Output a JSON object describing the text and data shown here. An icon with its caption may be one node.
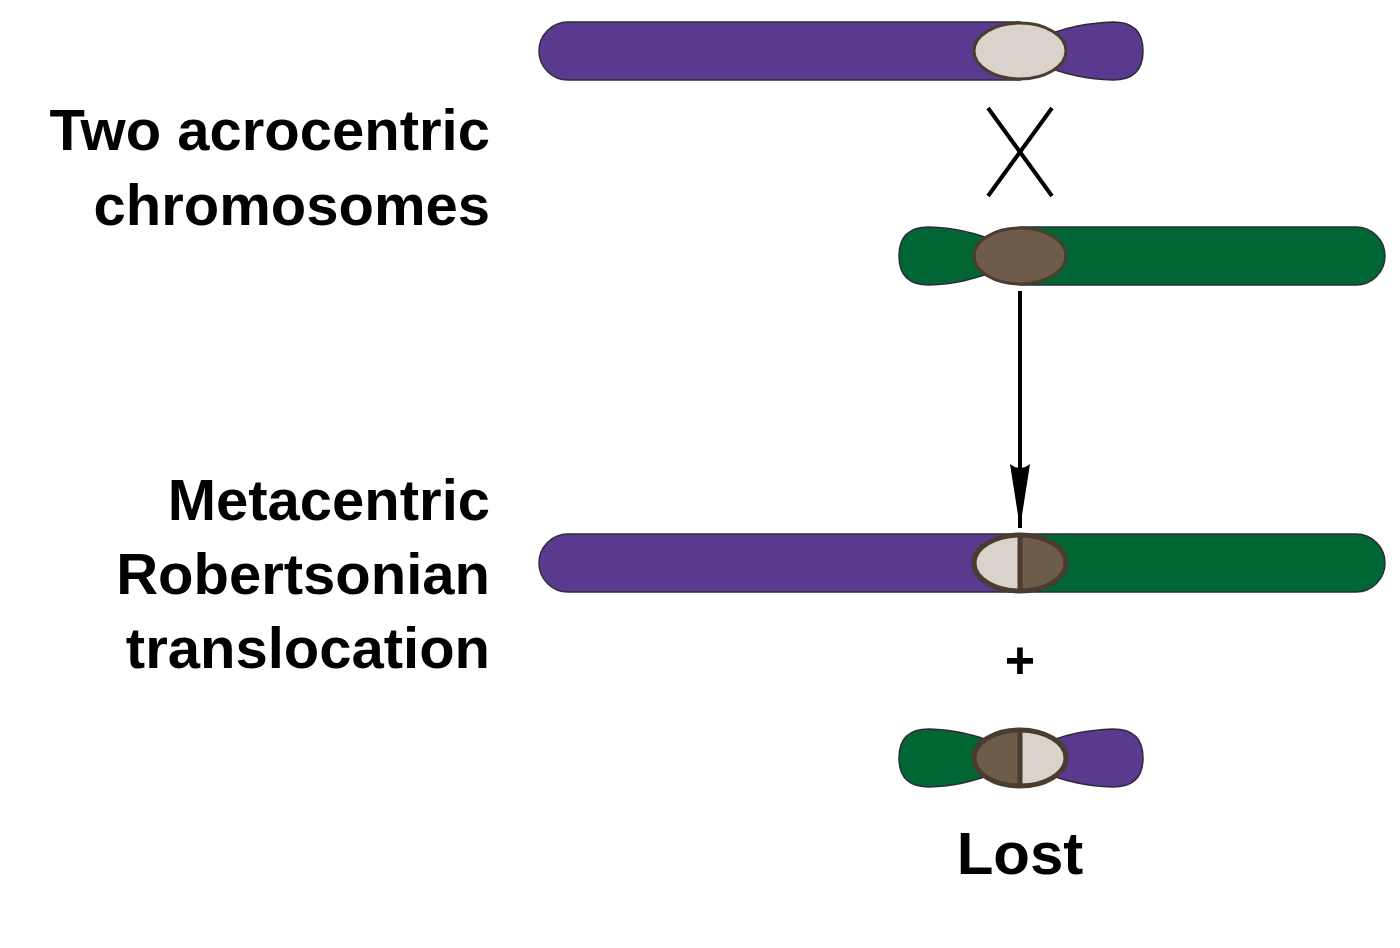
{
  "diagram": {
    "nodes": [
      {
        "text": [],
        "shape": "bar"
      },
      {
        "text": [],
        "shape": "bar"
      },
      {
        "text": [],
        "shape": "bar"
      },
      {
        "text": [],
        "shape": "bar",
        "beside": [
          "Lost"
        ]
      }
    ],
    "edges": [
      {
        "from": 1,
        "to": 2,
        "arrow": "to"
      }
    ],
    "labels": [
      "Two acrocentric chromosomes",
      "Metacentric Robertsonian translocation",
      "+"
    ]
  }
}
